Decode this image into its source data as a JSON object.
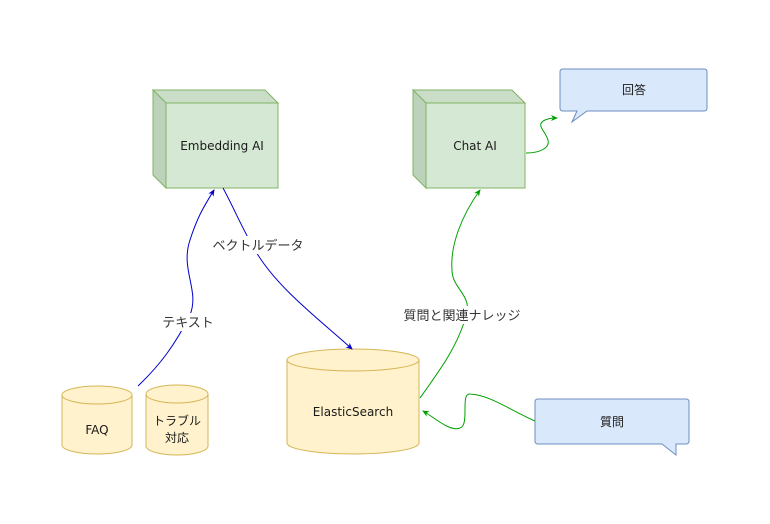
{
  "nodes": {
    "embedding_ai": {
      "label": "Embedding AI",
      "fill": "#d5e8d4",
      "stroke": "#82b366"
    },
    "chat_ai": {
      "label": "Chat AI",
      "fill": "#d5e8d4",
      "stroke": "#82b366"
    },
    "faq": {
      "label": "FAQ",
      "fill": "#fff2cc",
      "stroke": "#d6b656"
    },
    "trouble": {
      "label_line1": "トラブル",
      "label_line2": "対応",
      "fill": "#fff2cc",
      "stroke": "#d6b656"
    },
    "elasticsearch": {
      "label": "ElasticSearch",
      "fill": "#fff2cc",
      "stroke": "#d6b656"
    },
    "answer": {
      "label": "回答",
      "fill": "#dae8fc",
      "stroke": "#6c8ebf"
    },
    "question": {
      "label": "質問",
      "fill": "#dae8fc",
      "stroke": "#6c8ebf"
    }
  },
  "edges": {
    "text": {
      "label": "テキスト",
      "color": "#0000cc"
    },
    "vector": {
      "label": "ベクトルデータ",
      "color": "#0000cc"
    },
    "knowledge": {
      "label": "質問と関連ナレッジ",
      "color": "#00a000"
    },
    "question_to_es": {
      "color": "#00a000"
    },
    "chat_to_answer": {
      "color": "#00a000"
    }
  }
}
